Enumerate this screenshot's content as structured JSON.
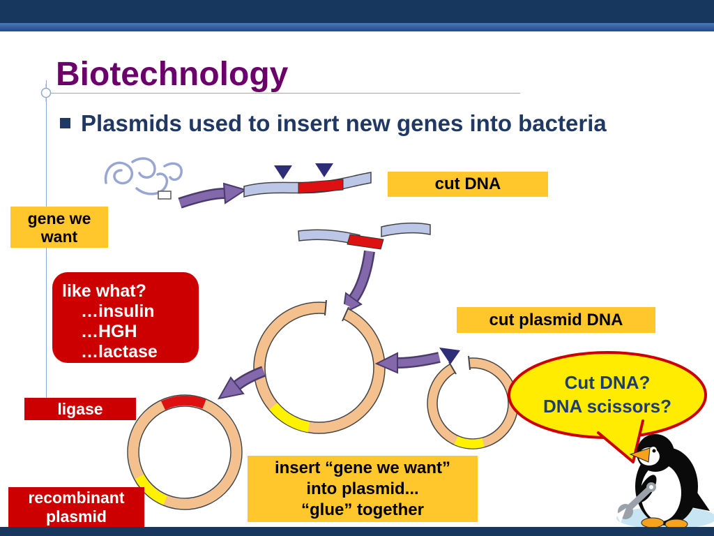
{
  "slide": {
    "title": "Biotechnology",
    "bullet": "Plasmids used to insert new genes into bacteria"
  },
  "labels": {
    "gene_we_want": "gene we\nwant",
    "cut_dna": "cut DNA",
    "like_what": {
      "title": "like what?",
      "items": [
        "…insulin",
        "…HGH",
        "…lactase"
      ]
    },
    "cut_plasmid_dna": "cut plasmid DNA",
    "ligase": "ligase",
    "recombinant_plasmid": "recombinant\nplasmid",
    "insert_gene": "insert “gene we want”\ninto plasmid...\n“glue” together",
    "speech_bubble": "Cut DNA?\nDNA scissors?"
  },
  "icons": {
    "bullet": "navy-square-bullet",
    "mascot": "penguin-with-wrench",
    "arrow_style": "purple-block-arrow",
    "cut_site_marker": "navy-triangle"
  },
  "colors": {
    "banner_navy": "#17375E",
    "accent_blue": "#3B67A8",
    "title_purple": "#6B006B",
    "body_navy": "#1F3864",
    "callout_yellow": "#FFC72C",
    "callout_red": "#CC0000",
    "bubble_yellow": "#FFEC00",
    "bubble_border": "#CC0000",
    "plasmid_peach": "#F4C18E",
    "gene_segment_red": "#DD1111",
    "marker_segment_yellow": "#FFF200",
    "arrow_purple": "#8468AC",
    "dna_blue": "#BCC7E8"
  }
}
